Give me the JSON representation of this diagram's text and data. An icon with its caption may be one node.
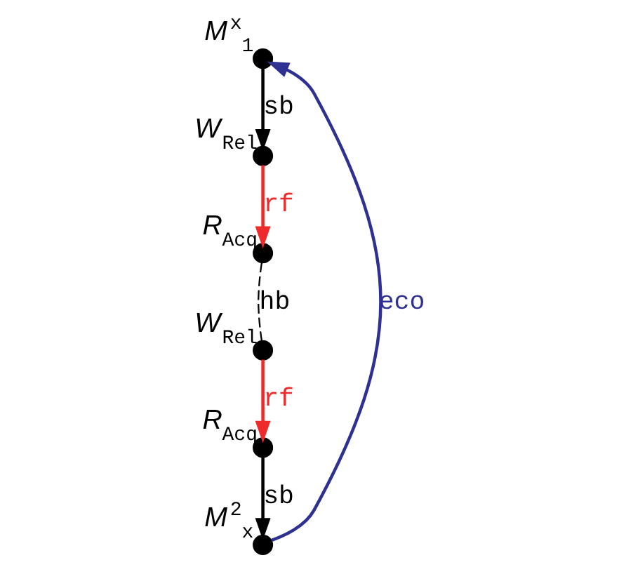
{
  "diagram": {
    "nodes": [
      {
        "text": [],
        "shape": "circle",
        "beside": [
          "M$^{x}$$_{1}$"
        ]
      },
      {
        "text": [],
        "shape": "circle",
        "beside": [
          "W$_{Rel}$"
        ]
      },
      {
        "text": [],
        "shape": "circle",
        "beside": [
          "R$_{Acq}$"
        ]
      },
      {
        "text": [],
        "shape": "circle",
        "beside": [
          "W$_{Rel}$"
        ]
      },
      {
        "text": [],
        "shape": "circle",
        "beside": [
          "R$_{Acq}$"
        ]
      },
      {
        "text": [],
        "shape": "circle",
        "beside": [
          "M$^{2}$$_{x}$"
        ]
      }
    ],
    "edges": [
      {
        "from": 0,
        "to": 1,
        "arrow": "to",
        "label": "sb"
      },
      {
        "from": 1,
        "to": 2,
        "arrow": "to",
        "label": "rf",
        "color": "#ee2a2a"
      },
      {
        "from": 2,
        "to": 3,
        "arrow": "none",
        "label": "hb",
        "style": "dashed"
      },
      {
        "from": 3,
        "to": 4,
        "arrow": "to",
        "label": "rf",
        "color": "#ee2a2a"
      },
      {
        "from": 4,
        "to": 5,
        "arrow": "to",
        "label": "sb"
      },
      {
        "from": 5,
        "to": 0,
        "arrow": "to",
        "label": "eco",
        "color": "#2e3192"
      }
    ]
  }
}
